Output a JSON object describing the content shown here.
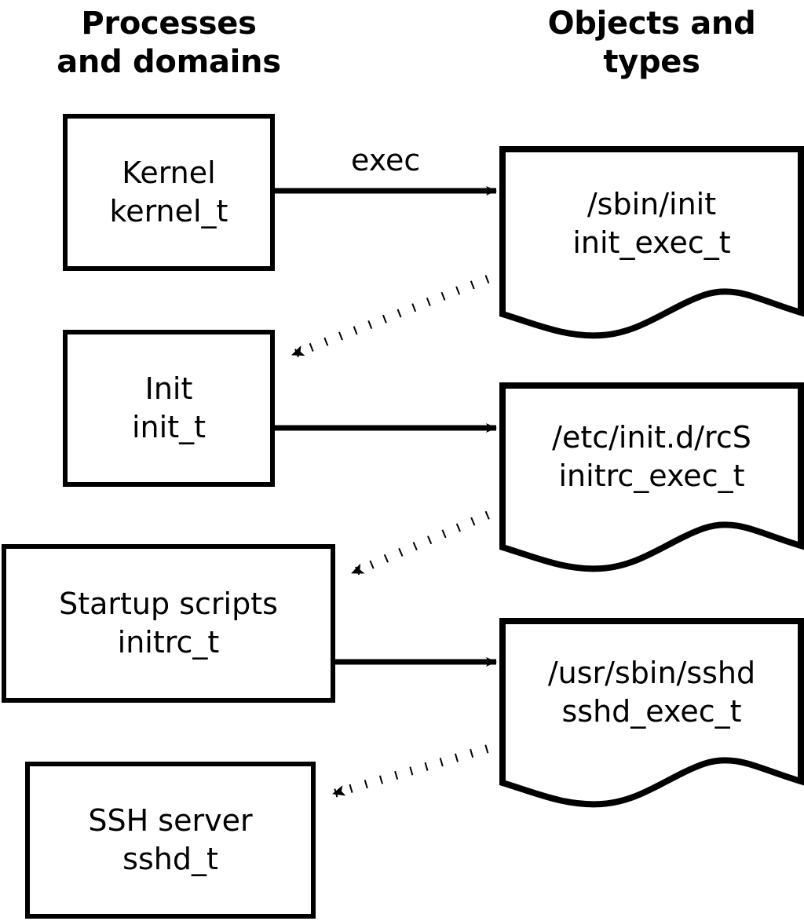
{
  "diagram": {
    "title": "SELinux process domains and object types transition diagram",
    "background_color": "#ffffff",
    "stroke_color": "#000000",
    "columns": {
      "left_header": "Processes\nand domains",
      "right_header": "Objects and\ntypes"
    },
    "process_boxes": [
      {
        "id": "kernel",
        "line1": "Kernel",
        "line2": "kernel_t"
      },
      {
        "id": "init",
        "line1": "Init",
        "line2": "init_t"
      },
      {
        "id": "initrc",
        "line1": "Startup scripts",
        "line2": "initrc_t"
      },
      {
        "id": "sshd",
        "line1": "SSH server",
        "line2": "sshd_t"
      }
    ],
    "object_docs": [
      {
        "id": "init-exec",
        "line1": "/sbin/init",
        "line2": "init_exec_t"
      },
      {
        "id": "initrc-exec",
        "line1": "/etc/init.d/rcS",
        "line2": "initrc_exec_t"
      },
      {
        "id": "sshd-exec",
        "line1": "/usr/sbin/sshd",
        "line2": "sshd_exec_t"
      }
    ],
    "edges": [
      {
        "id": "kernel-exec-init",
        "label": "exec",
        "style": "solid",
        "from": "kernel",
        "to": "init-exec"
      },
      {
        "id": "init-exec-to-init",
        "label": "",
        "style": "dotted",
        "from": "init-exec",
        "to": "init"
      },
      {
        "id": "init-exec-initrc",
        "label": "",
        "style": "solid",
        "from": "init",
        "to": "initrc-exec"
      },
      {
        "id": "initrc-exec-to-initrc",
        "label": "",
        "style": "dotted",
        "from": "initrc-exec",
        "to": "initrc"
      },
      {
        "id": "initrc-exec-sshd",
        "label": "",
        "style": "solid",
        "from": "initrc",
        "to": "sshd-exec"
      },
      {
        "id": "sshd-exec-to-sshd",
        "label": "",
        "style": "dotted",
        "from": "sshd-exec",
        "to": "sshd"
      }
    ]
  }
}
